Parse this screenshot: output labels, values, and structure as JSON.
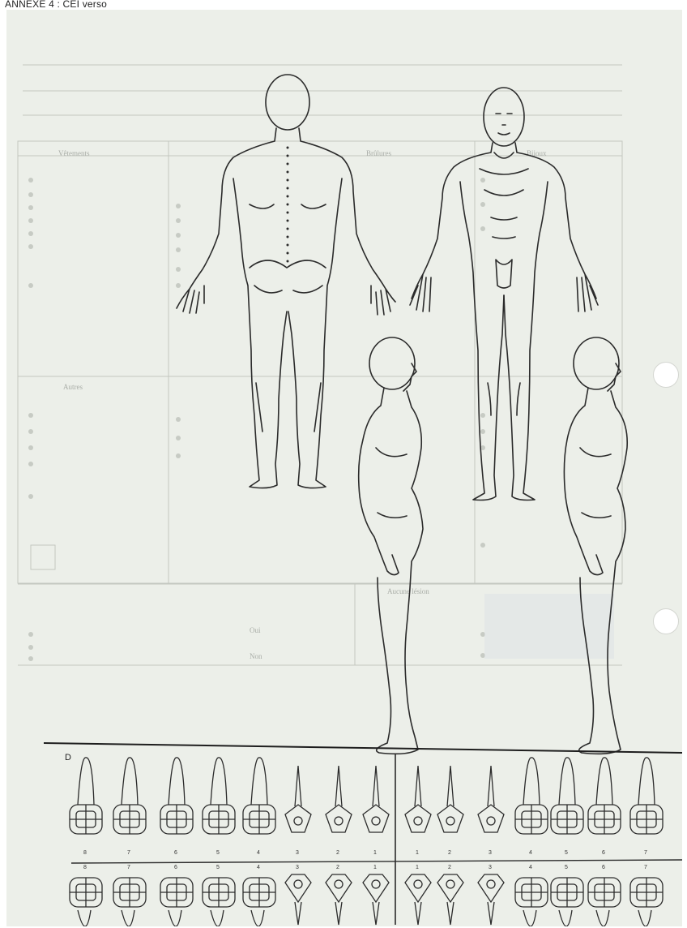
{
  "caption": "ANNEXE 4 : CEI verso",
  "teeth_chart": {
    "quadrant_letter": "D",
    "upper_numbers": [
      "8",
      "7",
      "6",
      "5",
      "4",
      "3",
      "2",
      "1",
      "1",
      "2",
      "3",
      "4",
      "5",
      "6",
      "7"
    ],
    "lower_numbers": [
      "8",
      "7",
      "6",
      "5",
      "4",
      "3",
      "2",
      "1",
      "1",
      "2",
      "3",
      "4",
      "5",
      "6",
      "7"
    ]
  },
  "faded_form_text": [
    "Vêtements",
    "Brûlures",
    "Bijoux",
    "Autres",
    "Aucune lésion",
    "Oui",
    "Non"
  ],
  "colors": {
    "paper": "#ecefe9",
    "ink": "#2b2b2b",
    "faint": "#b4b8b2"
  },
  "figures": [
    "body-outline-back",
    "body-outline-front",
    "body-outline-right-side",
    "body-outline-left-side",
    "dental-chart"
  ]
}
